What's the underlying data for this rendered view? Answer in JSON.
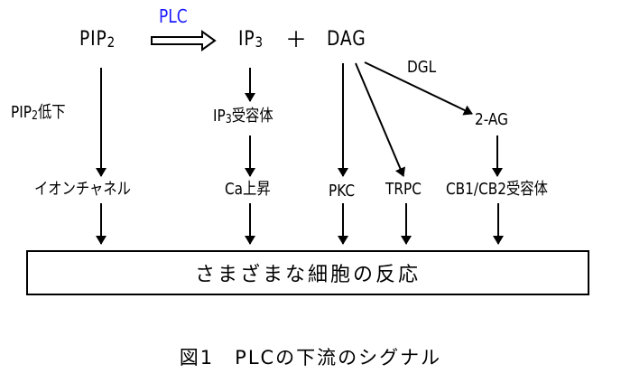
{
  "diagram": {
    "nodes": {
      "pip2": {
        "base": "PIP",
        "sub": "2"
      },
      "plc": "PLC",
      "ip3": {
        "base": "IP",
        "sub": "3"
      },
      "plus": "＋",
      "dag": "DAG",
      "dgl": "DGL",
      "pip2_decrease": {
        "base": "PIP",
        "sub": "2",
        "suffix": "低下"
      },
      "ip3_receptor": {
        "base": "IP",
        "sub": "3",
        "suffix": "受容体"
      },
      "two_ag": "2-AG",
      "ion_channel": "イオンチャネル",
      "ca_rise": "Ca上昇",
      "pkc": "PKC",
      "trpc": "TRPC",
      "cb_receptor": "CB1/CB2受容体"
    },
    "result": "さまざまな細胞の反応",
    "caption": "図1　PLCの下流のシグナル",
    "edges": [
      {
        "from": "PIP2",
        "to": "IP3 + DAG",
        "label": "PLC",
        "style": "hollow-double-arrow"
      },
      {
        "from": "PIP2",
        "to": "イオンチャネル",
        "label": "PIP2低下"
      },
      {
        "from": "IP3",
        "to": "IP3受容体"
      },
      {
        "from": "IP3受容体",
        "to": "Ca上昇"
      },
      {
        "from": "DAG",
        "to": "PKC"
      },
      {
        "from": "DAG",
        "to": "TRPC"
      },
      {
        "from": "DAG",
        "to": "2-AG",
        "label": "DGL"
      },
      {
        "from": "2-AG",
        "to": "CB1/CB2受容体"
      },
      {
        "from": "イオンチャネル",
        "to": "さまざまな細胞の反応"
      },
      {
        "from": "Ca上昇",
        "to": "さまざまな細胞の反応"
      },
      {
        "from": "PKC",
        "to": "さまざまな細胞の反応"
      },
      {
        "from": "TRPC",
        "to": "さまざまな細胞の反応"
      },
      {
        "from": "CB1/CB2受容体",
        "to": "さまざまな細胞の反応"
      }
    ],
    "colors": {
      "plc_label": "#1a1aff",
      "lines": "#000000"
    }
  }
}
